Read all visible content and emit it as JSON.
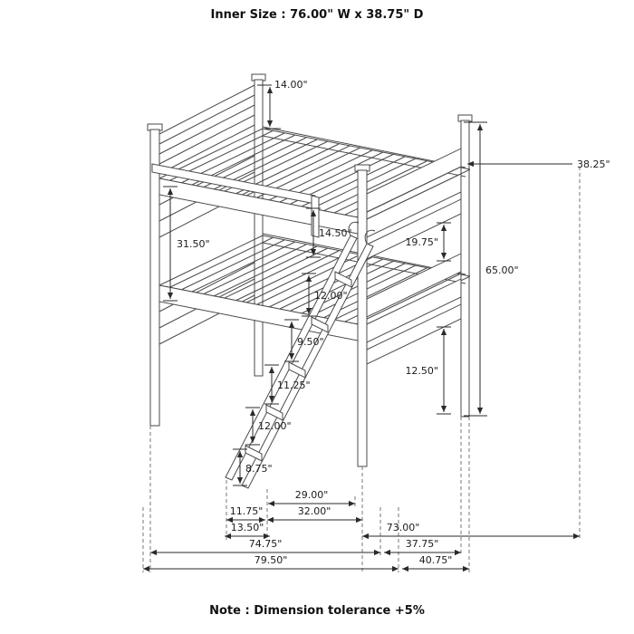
{
  "header": {
    "inner_size": "Inner Size : 76.00\" W x  38.75\" D"
  },
  "footer": {
    "note": "Note : Dimension tolerance +5%"
  },
  "dimensions": {
    "top": {
      "headboard_height": "14.00\""
    },
    "left": {
      "upper_section": "31.50\""
    },
    "middle": {
      "guard_rail": "14.50\"",
      "rung_1": "12.00\"",
      "rung_2": "9.50\"",
      "rung_3": "11.25\"",
      "rung_4": "12.00\"",
      "rung_5": "8.75\""
    },
    "right": {
      "top_bunk_depth": "38.25\"",
      "bunk_gap": "19.75\"",
      "total_height": "65.00\"",
      "lower_footboard": "12.50\""
    },
    "bottom": {
      "ladder_span": "29.00\"",
      "ladder_offset": "11.75\"",
      "ladder_reach": "32.00\"",
      "ladder_feet": "13.50\"",
      "inner_length": "73.00\"",
      "frame_length": "74.75\"",
      "inner_depth": "37.75\"",
      "overall_length": "79.50\"",
      "overall_depth": "40.75\""
    }
  }
}
